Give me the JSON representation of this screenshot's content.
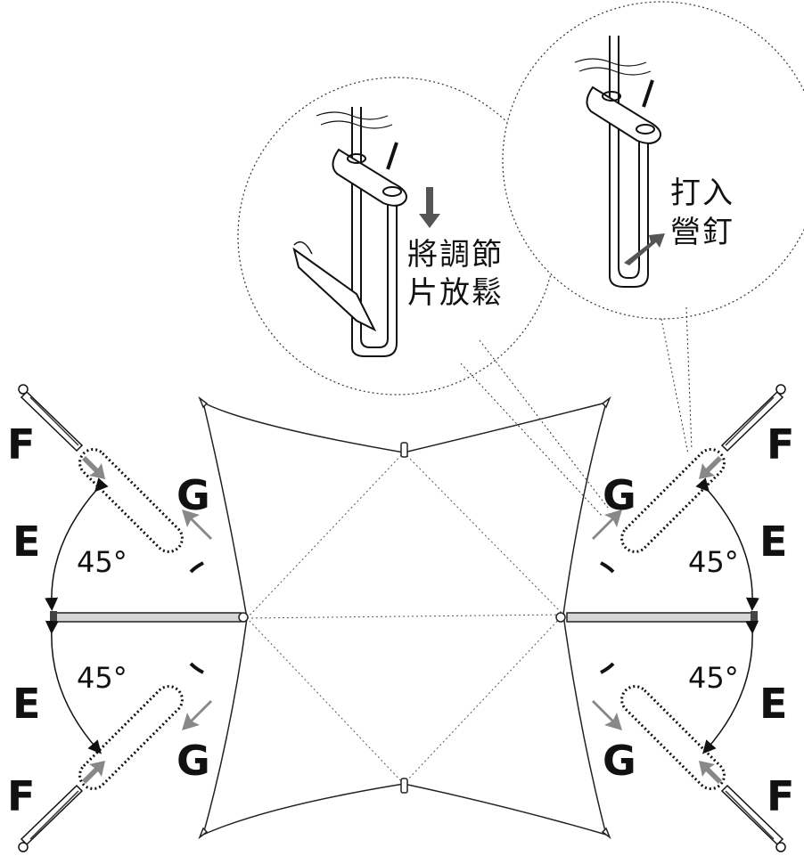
{
  "labels": {
    "f": "F",
    "g": "G",
    "e": "E",
    "angle": "45°"
  },
  "callout_left": {
    "line1": "將調節",
    "line2": "片放鬆"
  },
  "callout_right": {
    "line1": "打入",
    "line2": "營釘"
  },
  "colors": {
    "ink": "#111111",
    "arrow_gray": "#888888",
    "pole": "#cfcfcf"
  }
}
